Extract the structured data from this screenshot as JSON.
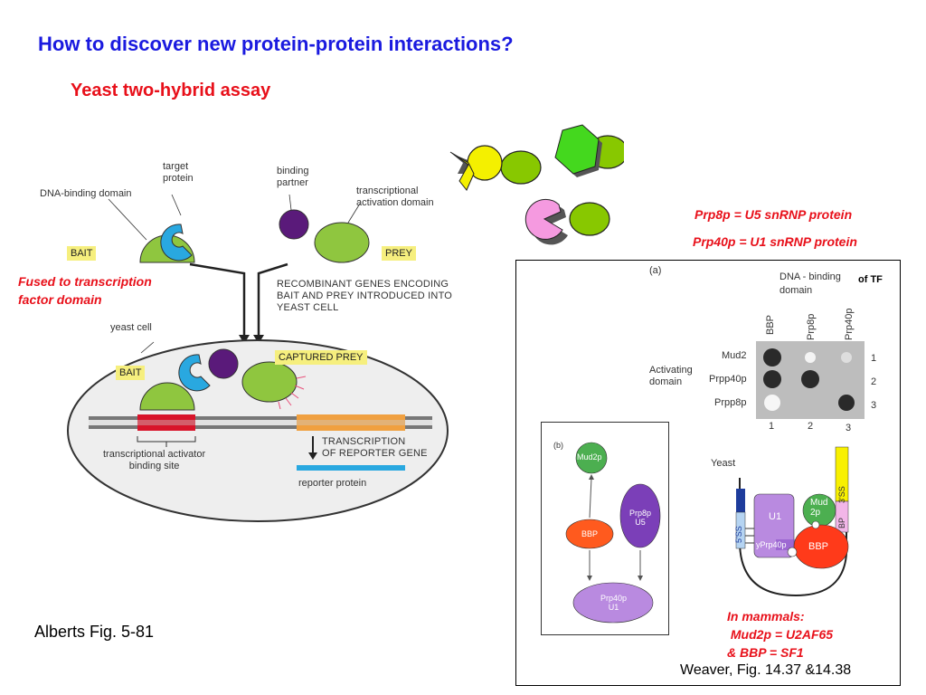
{
  "title": "How to discover new protein-protein interactions?",
  "subtitle": "Yeast two-hybrid assay",
  "left_figure": {
    "target_protein": "target\nprotein",
    "dna_binding_domain": "DNA-binding domain",
    "binding_partner": "binding\npartner",
    "transcriptional_activation_domain": "transcriptional\nactivation domain",
    "bait": "BAIT",
    "prey": "PREY",
    "recombinant_text": "RECOMBINANT GENES ENCODING\nBAIT AND PREY INTRODUCED INTO\nYEAST CELL",
    "yeast_cell": "yeast cell",
    "captured_prey": "CAPTURED PREY",
    "bait_in_cell": "BAIT",
    "transcription_label": "TRANSCRIPTION\nOF REPORTER GENE",
    "activator_site": "transcriptional activator\nbinding site",
    "reporter_protein": "reporter protein",
    "annotation": "Fused to transcription\nfactor domain",
    "citation": "Alberts Fig. 5-81"
  },
  "right_notes": {
    "prp8p": "Prp8p = U5 snRNP protein",
    "prp40p": "Prp40p = U1 snRNP protein"
  },
  "panel_a": {
    "label": "(a)",
    "dna_binding": "DNA - binding",
    "of_tf": "of TF",
    "domain": "domain",
    "columns": [
      "BBP",
      "Prp8p",
      "Prp40p"
    ],
    "activating": "Activating\ndomain",
    "rows": [
      "Mud2",
      "Prpp40p",
      "Prpp8p"
    ],
    "row_numbers": [
      "1",
      "2",
      "3"
    ],
    "col_numbers": [
      "1",
      "2",
      "3"
    ]
  },
  "panel_b": {
    "label": "(b)",
    "mud2p": "Mud2p",
    "bbp": "BBP",
    "prp8p_u5": "Prp8p\nU5",
    "prp40p_u1": "Prp40p\nU1"
  },
  "panel_c": {
    "yeast": "Yeast",
    "u1": "U1",
    "mud2p": "Mud\n2p",
    "yprp40p": "yPrp40p",
    "bbp": "BBP",
    "five_ss": "5'SS",
    "three_ss": "3'SS",
    "bp": "BP"
  },
  "mammals_note": "In mammals:\n Mud2p = U2AF65\n& BBP = SF1",
  "weaver_citation": "Weaver, Fig. 14.37 &14.38",
  "colors": {
    "title": "#1a1adf",
    "red": "#e8101a",
    "green_protein": "#8fc63f",
    "blue_protein": "#29a8e0",
    "purple_protein": "#5a1a7a",
    "yellow_label": "#f6ef7e"
  }
}
